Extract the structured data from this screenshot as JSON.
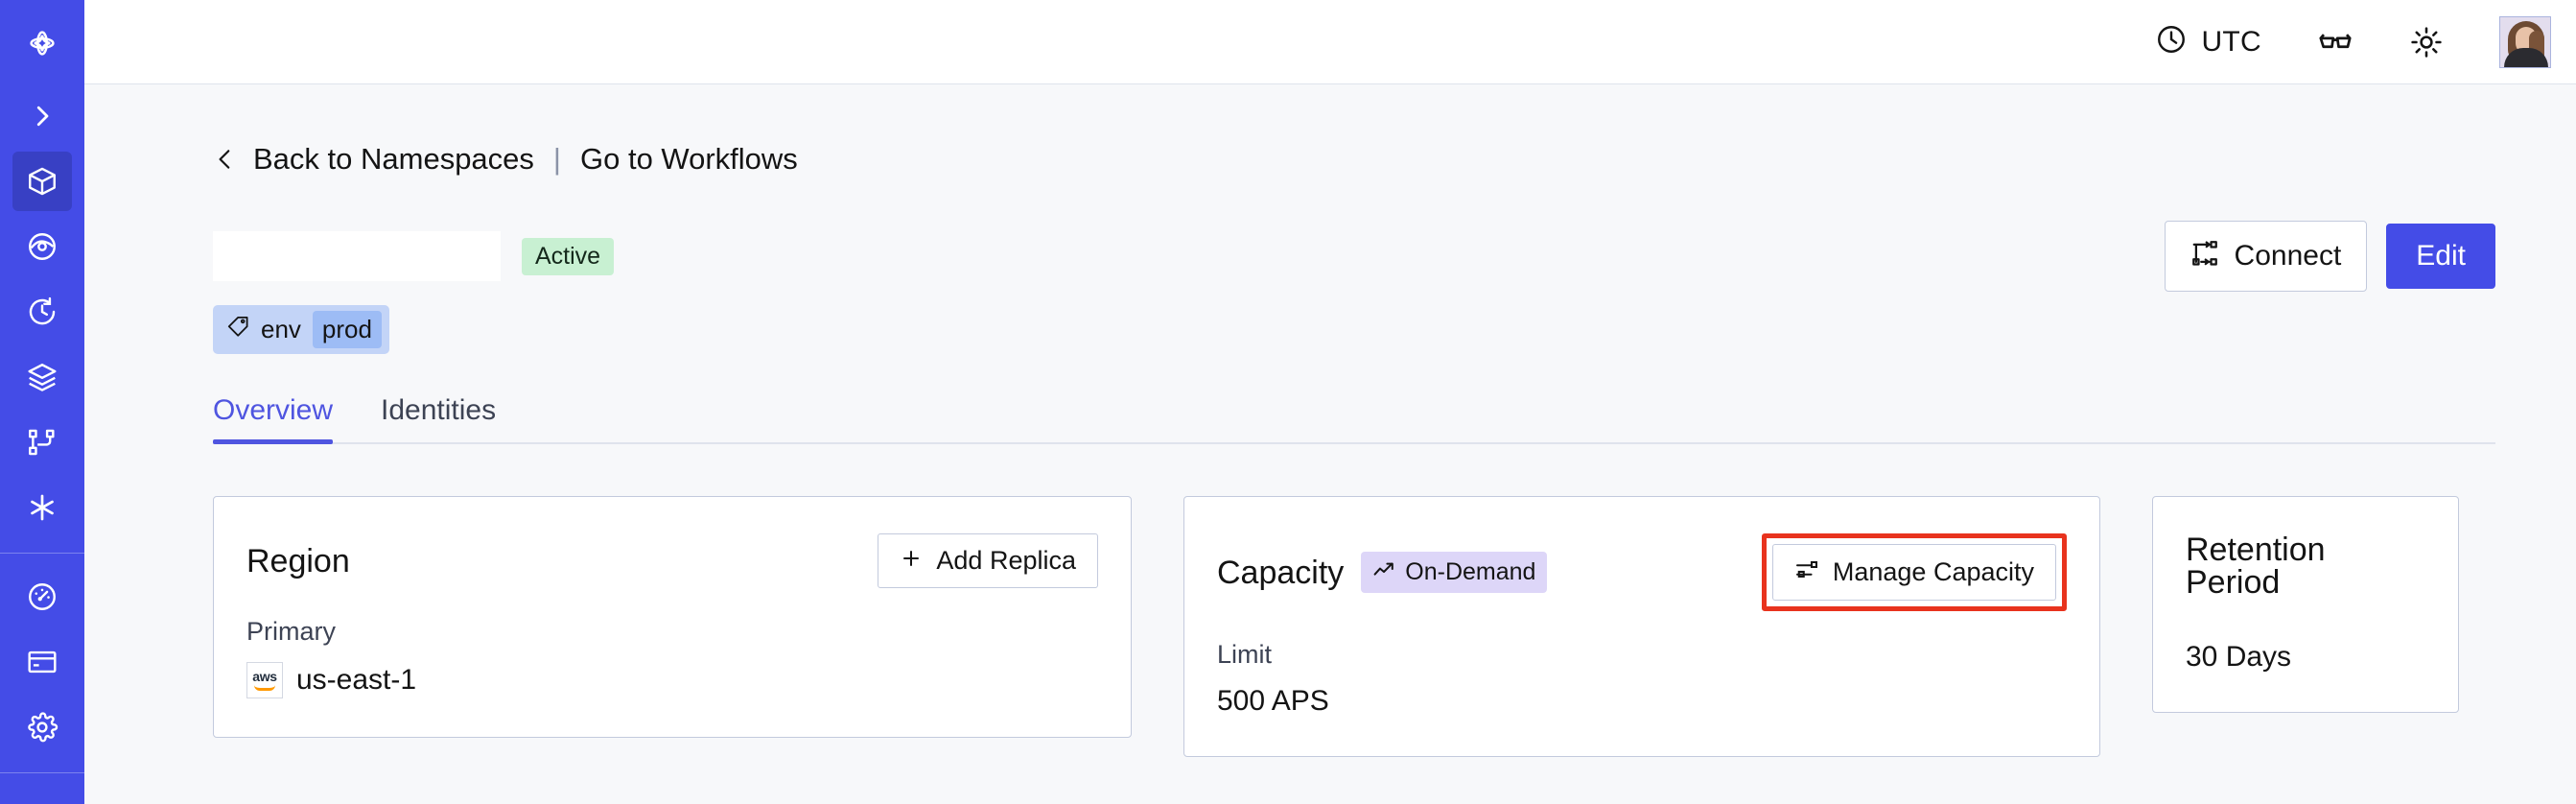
{
  "sidebar": {
    "logo": "temporal-logo",
    "expand_label": "expand-sidebar",
    "items": [
      {
        "name": "namespaces",
        "icon": "cube-icon",
        "active": true
      },
      {
        "name": "observability",
        "icon": "eye-icon",
        "active": false
      },
      {
        "name": "schedules",
        "icon": "clock-arrow-icon",
        "active": false
      },
      {
        "name": "batch-operations",
        "icon": "layers-icon",
        "active": false
      },
      {
        "name": "workflows",
        "icon": "git-branch-icon",
        "active": false
      },
      {
        "name": "nexus",
        "icon": "asterisk-icon",
        "active": false
      }
    ],
    "items_secondary": [
      {
        "name": "usage",
        "icon": "gauge-icon",
        "active": false
      },
      {
        "name": "billing",
        "icon": "credit-card-icon",
        "active": false
      },
      {
        "name": "settings",
        "icon": "gear-icon",
        "active": false
      }
    ]
  },
  "topbar": {
    "timezone": "UTC",
    "clock_icon": "clock-icon",
    "glasses_icon": "glasses-icon",
    "theme_icon": "sun-icon",
    "avatar_icon": "user-avatar"
  },
  "breadcrumb": {
    "back_icon": "chevron-left-icon",
    "back_label": "Back to Namespaces",
    "separator": "|",
    "forward_label": "Go to Workflows"
  },
  "header": {
    "namespace_title": "",
    "status_badge": "Active",
    "connect_label": "Connect",
    "connect_icon": "connect-flow-icon",
    "edit_label": "Edit"
  },
  "tag": {
    "icon": "tag-icon",
    "key": "env",
    "value": "prod"
  },
  "tabs": [
    {
      "label": "Overview",
      "active": true
    },
    {
      "label": "Identities",
      "active": false
    }
  ],
  "cards": {
    "region": {
      "title": "Region",
      "action_label": "Add Replica",
      "action_icon": "plus-icon",
      "label": "Primary",
      "provider_icon": "aws-logo",
      "provider_text": "aws",
      "value": "us-east-1"
    },
    "capacity": {
      "title": "Capacity",
      "badge_label": "On-Demand",
      "badge_icon": "trending-up-icon",
      "action_label": "Manage Capacity",
      "action_icon": "sliders-icon",
      "label": "Limit",
      "value": "500 APS",
      "annotated": true
    },
    "retention": {
      "title": "Retention Period",
      "value": "30 Days"
    }
  },
  "colors": {
    "brand": "#444ce7",
    "brand_active": "#3840c4",
    "accent_tab": "#4f55e0",
    "page_bg": "#f7f8fa",
    "card_border": "#c3cadd",
    "badge_active_bg": "#c8f0d2",
    "badge_ondemand_bg": "#ddd6f8",
    "tag_bg": "#c3d4f7",
    "tag_value_bg": "#9dbcf5",
    "annotation": "#e8331e"
  }
}
